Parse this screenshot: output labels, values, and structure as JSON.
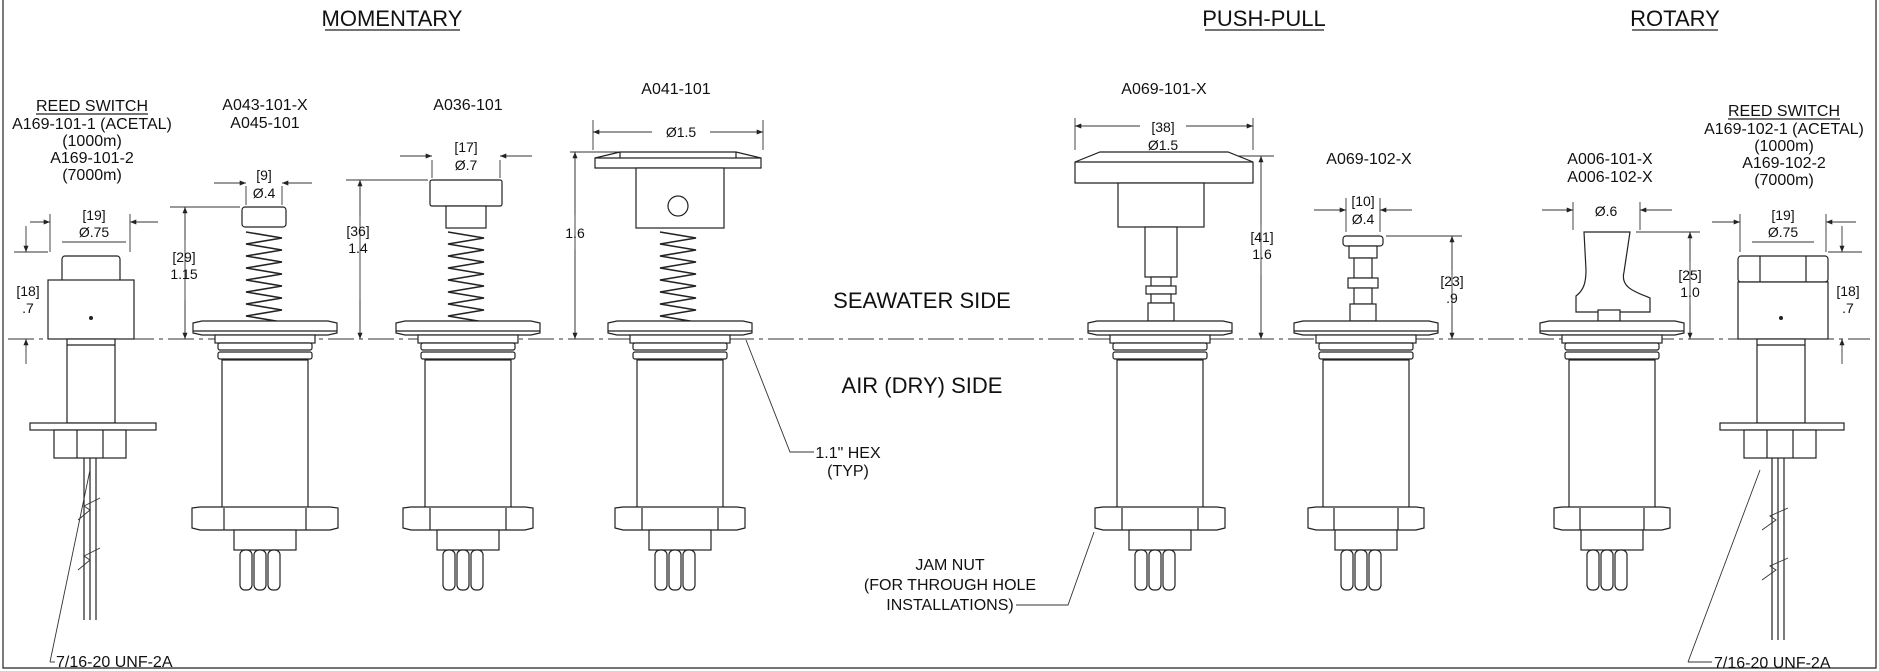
{
  "headings": {
    "momentary": "MOMENTARY",
    "push_pull": "PUSH-PULL",
    "rotary": "ROTARY"
  },
  "sides": {
    "seawater": "SEAWATER SIDE",
    "air": "AIR (DRY) SIDE"
  },
  "reed_left": {
    "title": "REED SWITCH",
    "lines": [
      "A169-101-1 (ACETAL)",
      "(1000m)",
      "A169-101-2",
      "(7000m)"
    ],
    "dia_mm": "[19]",
    "dia_in": "Ø.75",
    "h_mm": "[18]",
    "h_in": ".7",
    "thread": "7/16-20 UNF-2A"
  },
  "a043": {
    "labels": [
      "A043-101-X",
      "A045-101"
    ],
    "dia_mm": "[9]",
    "dia_in": "Ø.4",
    "h_mm": "[29]",
    "h_in": "1.15"
  },
  "a036": {
    "label": "A036-101",
    "dia_mm": "[17]",
    "dia_in": "Ø.7",
    "h_mm": "[36]",
    "h_in": "1.4"
  },
  "a041": {
    "label": "A041-101",
    "dia_in": "Ø1.5",
    "h_in": "1.6"
  },
  "hex_note": [
    "1.1\" HEX",
    "(TYP)"
  ],
  "a069_101": {
    "label": "A069-101-X",
    "dia_mm": "[38]",
    "dia_in": "Ø1.5",
    "h_mm": "[41]",
    "h_in": "1.6"
  },
  "a069_102": {
    "label": "A069-102-X",
    "dia_mm": "[10]",
    "dia_in": "Ø.4",
    "h_mm": "[23]",
    "h_in": ".9"
  },
  "jam_nut": [
    "JAM NUT",
    "(FOR THROUGH HOLE",
    "INSTALLATIONS)"
  ],
  "a006": {
    "labels": [
      "A006-101-X",
      "A006-102-X"
    ],
    "dia_in": "Ø.6",
    "h_mm": "[25]",
    "h_in": "1.0"
  },
  "reed_right": {
    "title": "REED SWITCH",
    "lines": [
      "A169-102-1 (ACETAL)",
      "(1000m)",
      "A169-102-2",
      "(7000m)"
    ],
    "dia_mm": "[19]",
    "dia_in": "Ø.75",
    "h_mm": "[18]",
    "h_in": ".7",
    "thread": "7/16-20 UNF-2A"
  }
}
